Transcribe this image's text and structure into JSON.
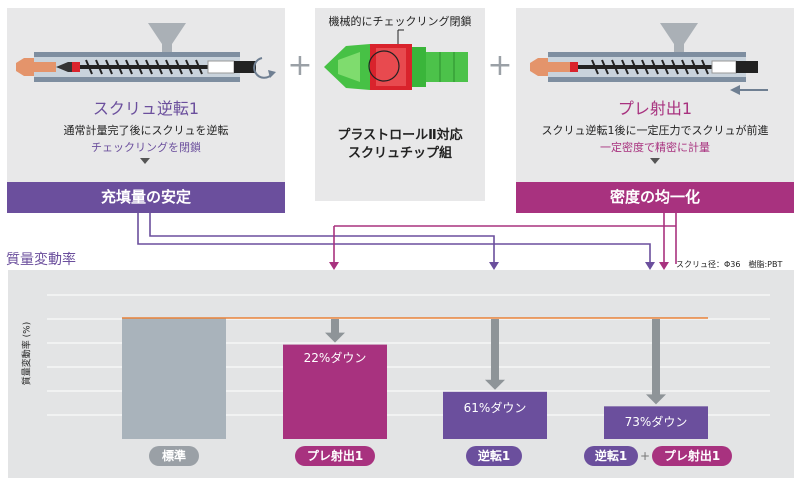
{
  "colors": {
    "purple": "#6b4f9d",
    "magenta": "#a8327f",
    "standard_gray": "#a9b3bb",
    "pill_gray": "#9aa0a6",
    "chart_bg": "#e3e4e5",
    "arrow_gray": "#8e9498",
    "ref_line": "#e8823a",
    "green": "#47c145",
    "red": "#d9232c"
  },
  "left_panel": {
    "title": "スクリュ逆転1",
    "line1": "通常計量完了後にスクリュを逆転",
    "line2": "チェックリングを閉鎖",
    "band": "充填量の安定"
  },
  "plus_symbol": "+",
  "center_panel": {
    "callout": "機械的にチェックリング閉鎖",
    "product_line1": "プラストロールⅡ対応",
    "product_line2": "スクリュチップ組"
  },
  "right_panel": {
    "title": "プレ射出1",
    "line1": "スクリュ逆転1後に一定圧力でスクリュが前進",
    "line2": "一定密度で精密に計量",
    "band": "密度の均一化"
  },
  "chart": {
    "heading": "質量変動率",
    "note": "スクリュ径：Φ36　樹脂:PBT",
    "ylabel": "質量変動率 (%)"
  },
  "chart_data": {
    "type": "bar",
    "categories": [
      "標準",
      "プレ射出1",
      "逆転1",
      "逆転1 + プレ射出1"
    ],
    "values": [
      100,
      78,
      39,
      27
    ],
    "reductions": [
      "",
      "22%ダウン",
      "61%ダウン",
      "73%ダウン"
    ],
    "title": "質量変動率",
    "ylabel": "質量変動率 (%)",
    "grid": true
  },
  "pills": {
    "standard": "標準",
    "pre": "プレ射出1",
    "rev": "逆転1",
    "combo_a": "逆転1",
    "combo_plus": "+",
    "combo_b": "プレ射出1"
  }
}
